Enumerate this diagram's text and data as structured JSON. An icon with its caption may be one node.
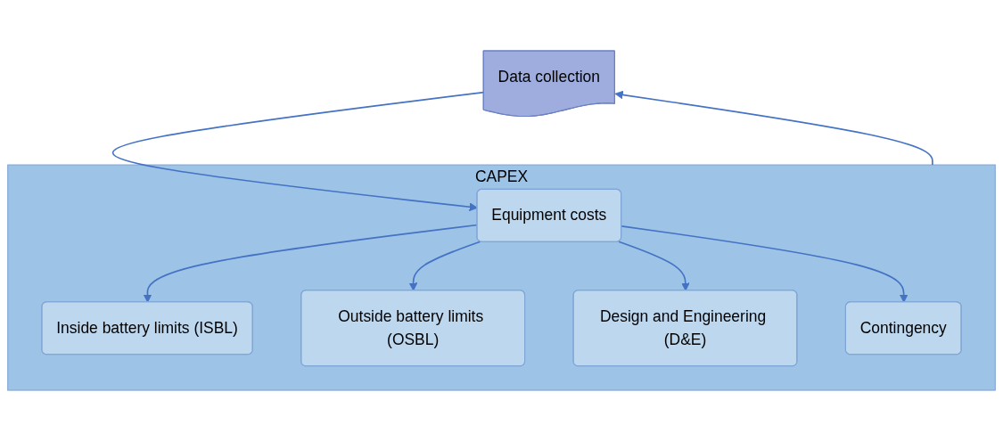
{
  "diagram": {
    "nodes": [
      {
        "text": [
          "Data collection"
        ]
      },
      {
        "text": [
          "CAPEX"
        ]
      },
      {
        "text": [
          "Equipment costs"
        ],
        "in": 1
      },
      {
        "text": [
          "Inside battery limits (ISBL)"
        ],
        "in": 1
      },
      {
        "text": [
          "Outside battery limits (OSBL)"
        ],
        "in": 1
      },
      {
        "text": [
          "Design and Engineering (D&E)"
        ],
        "in": 1
      },
      {
        "text": [
          "Contingency"
        ],
        "in": 1
      }
    ],
    "edges": [
      {
        "from": 0,
        "to": 2,
        "arrow": "to"
      },
      {
        "from": 2,
        "to": 3,
        "arrow": "to"
      },
      {
        "from": 2,
        "to": 4,
        "arrow": "to"
      },
      {
        "from": 2,
        "to": 5,
        "arrow": "to"
      },
      {
        "from": 2,
        "to": 6,
        "arrow": "to"
      },
      {
        "from": 1,
        "to": 0,
        "arrow": "to"
      }
    ]
  }
}
